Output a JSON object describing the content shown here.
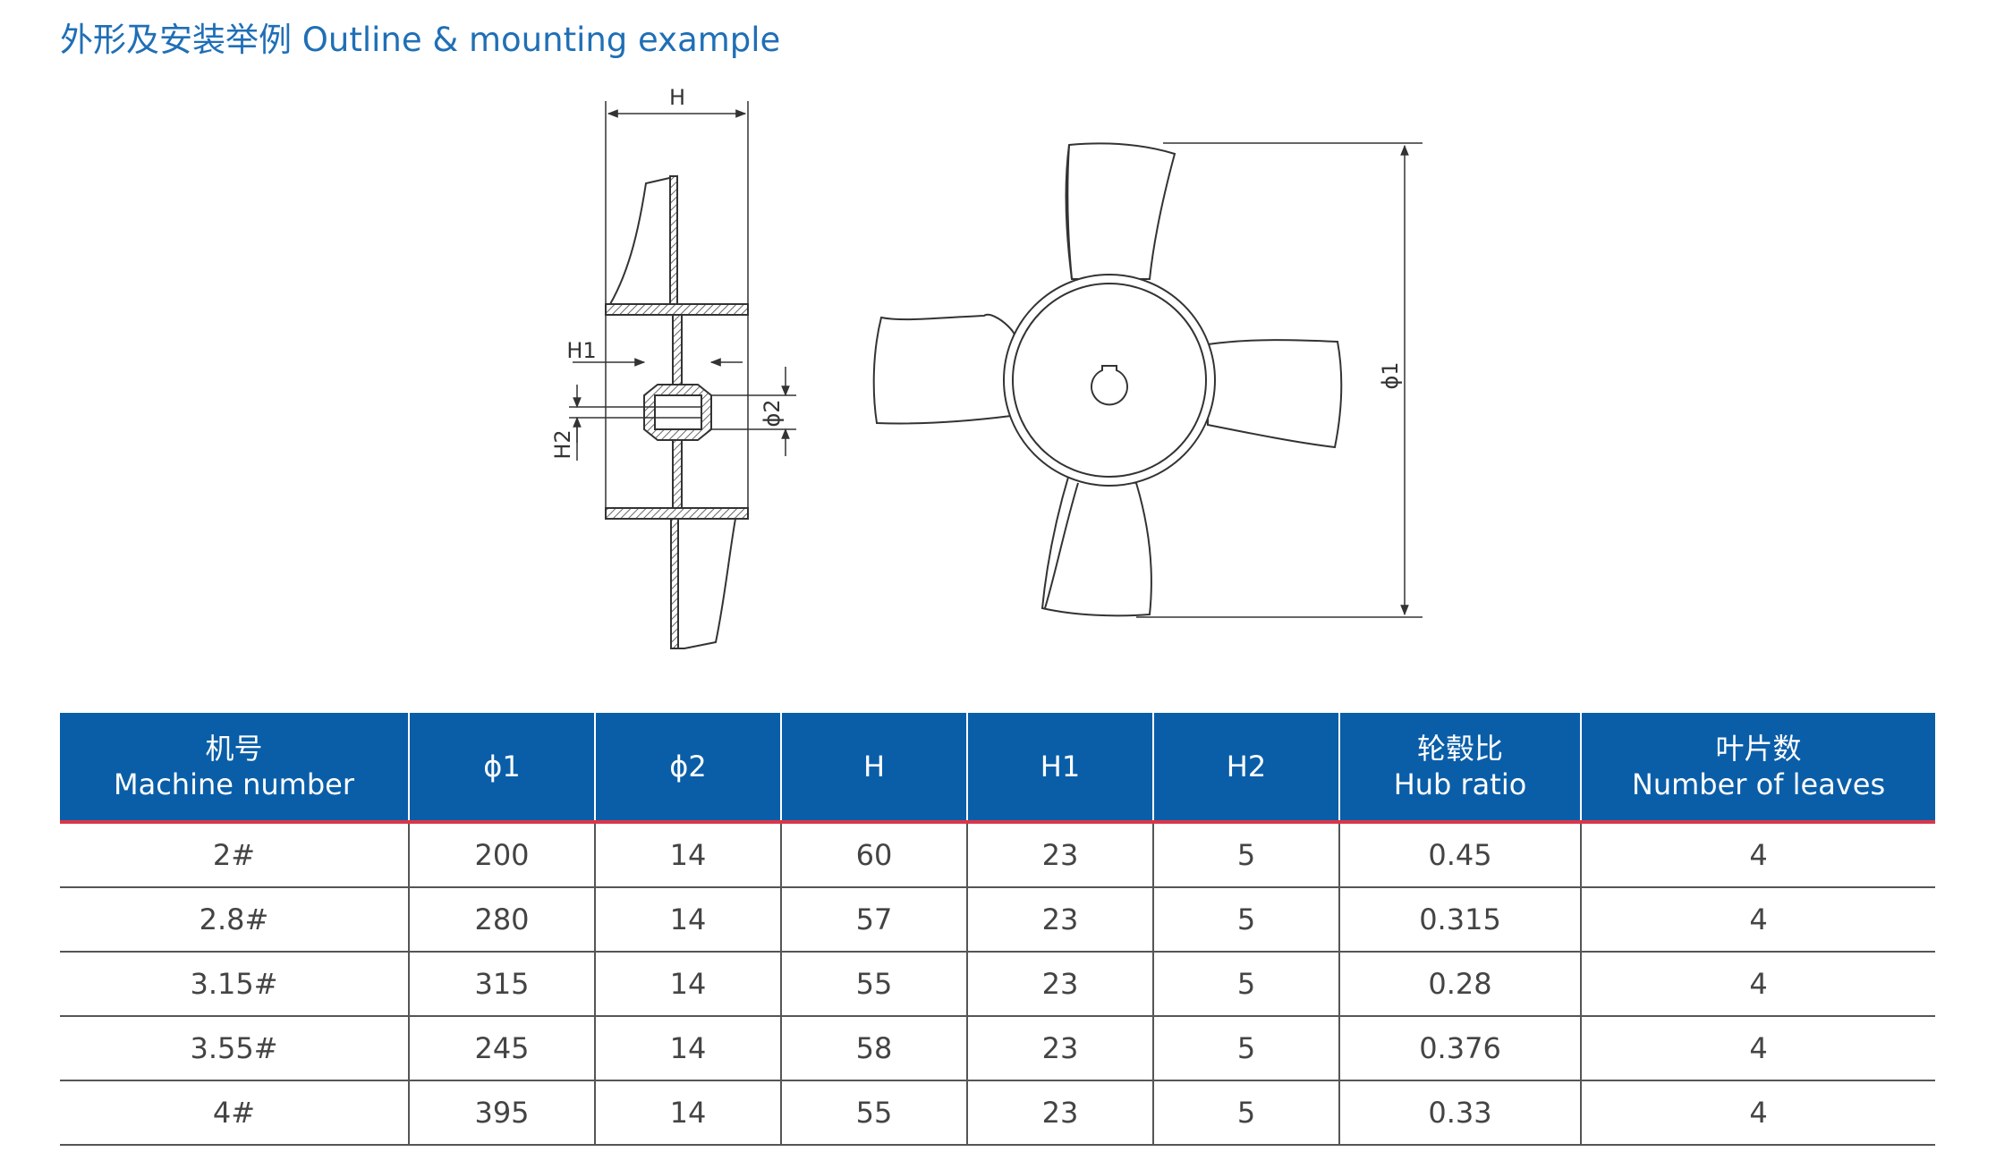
{
  "page_title": "外形及安装举例 Outline & mounting example",
  "drawing_labels": {
    "h": "H",
    "h1": "H1",
    "h2": "H2",
    "phi1": "ϕ1",
    "phi2": "ϕ2"
  },
  "table": {
    "headers": [
      {
        "zh": "机号",
        "en": "Machine number"
      },
      {
        "zh": "",
        "en": "ϕ1"
      },
      {
        "zh": "",
        "en": "ϕ2"
      },
      {
        "zh": "",
        "en": "H"
      },
      {
        "zh": "",
        "en": "H1"
      },
      {
        "zh": "",
        "en": "H2"
      },
      {
        "zh": "轮毂比",
        "en": "Hub ratio"
      },
      {
        "zh": "叶片数",
        "en": "Number of leaves"
      }
    ],
    "rows": [
      [
        "2#",
        "200",
        "14",
        "60",
        "23",
        "5",
        "0.45",
        "4"
      ],
      [
        "2.8#",
        "280",
        "14",
        "57",
        "23",
        "5",
        "0.315",
        "4"
      ],
      [
        "3.15#",
        "315",
        "14",
        "55",
        "23",
        "5",
        "0.28",
        "4"
      ],
      [
        "3.55#",
        "245",
        "14",
        "58",
        "23",
        "5",
        "0.376",
        "4"
      ],
      [
        "4#",
        "395",
        "14",
        "55",
        "23",
        "5",
        "0.33",
        "4"
      ]
    ]
  },
  "colors": {
    "title": "#1f6fb6",
    "header_bg": "#0a5ea8",
    "header_underline": "#d9374a"
  }
}
